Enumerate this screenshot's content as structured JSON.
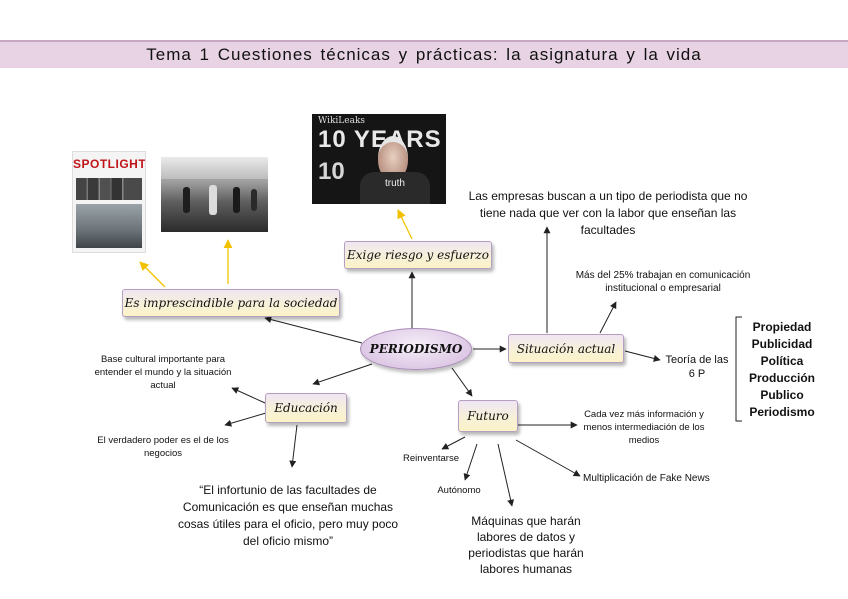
{
  "banner": {
    "title": "Tema 1 Cuestiones técnicas y prácticas: la asignatura y la vida"
  },
  "nodes": {
    "center": "PERIODISMO",
    "imprescindible": "Es imprescindible para la sociedad",
    "riesgo": "Exige riesgo y esfuerzo",
    "situacion": "Situación actual",
    "educacion": "Educación",
    "futuro": "Futuro"
  },
  "texts": {
    "empresas": "Las empresas buscan a un tipo de periodista que no tiene nada que ver con la labor que enseñan las facultades",
    "mas25": "Más del 25% trabajan en comunicación institucional o empresarial",
    "teoria": "Teoría de las 6 P",
    "base": "Base cultural importante para entender el mundo y la situación actual",
    "poder": "El verdadero poder es el de los negocios",
    "cita": "“El infortunio de las facultades de Comunicación es que enseñan muchas cosas útiles para el oficio, pero muy poco del oficio mismo”",
    "cadavez": "Cada vez más información y menos intermediación de los medios",
    "reinventarse": "Reinventarse",
    "autonomo": "Autónomo",
    "fakenews": "Multiplicación de Fake News",
    "maquinas": "Máquinas que harán labores de datos y periodistas que harán labores humanas"
  },
  "six_p": [
    "Propiedad",
    "Publicidad",
    "Política",
    "Producción",
    "Publico",
    "Periodismo"
  ],
  "images": {
    "spotlight": "SPOTLIGHT",
    "wikileaks_top": "WikiLeaks",
    "wikileaks_big1": "10 YEARS",
    "wikileaks_shirt": "truth"
  },
  "colors": {
    "banner": "#e7d3e4",
    "node_fill": "#f7f0d8",
    "center_fill": "#dcc6e4",
    "arrow_yellow": "#f2c200",
    "arrow_dark": "#222222"
  }
}
